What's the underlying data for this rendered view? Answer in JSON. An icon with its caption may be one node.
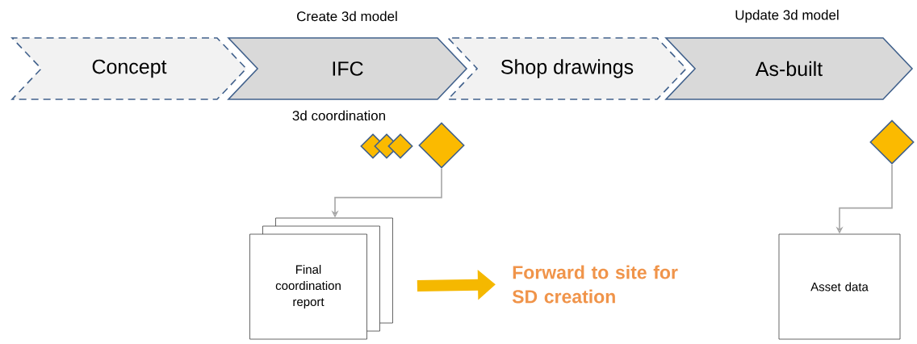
{
  "diagram": {
    "nodes": [
      {
        "text": [
          "Concept"
        ]
      },
      {
        "text": [
          "IFC"
        ],
        "beside": [
          "Create 3d model",
          "3d coordination"
        ]
      },
      {
        "text": [
          "Shop drawings"
        ]
      },
      {
        "text": [
          "As-built"
        ],
        "beside": [
          "Update 3d model"
        ]
      },
      {
        "text": [],
        "shape": "diamond"
      },
      {
        "text": [],
        "shape": "diamond"
      },
      {
        "text": [
          "Final coordination report"
        ]
      },
      {
        "text": [
          "Forward to site for SD creation"
        ]
      },
      {
        "text": [],
        "shape": "diamond"
      },
      {
        "text": [
          "Asset data"
        ]
      }
    ],
    "edges": [
      {
        "from": 5,
        "to": 6,
        "arrow": "to"
      },
      {
        "from": 6,
        "to": 7,
        "arrow": "to",
        "style": "thick",
        "color": "#f5b800"
      },
      {
        "from": 8,
        "to": 9,
        "arrow": "to"
      }
    ]
  }
}
